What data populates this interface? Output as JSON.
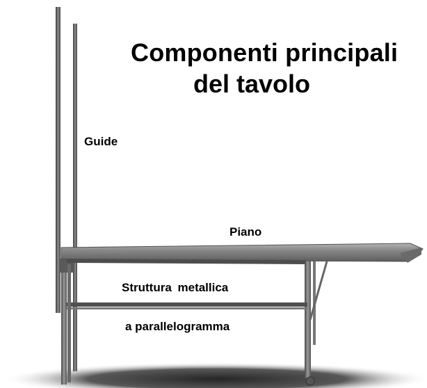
{
  "title": {
    "line1": "Componenti principali",
    "line2": "del tavolo"
  },
  "labels": {
    "guide": "Guide",
    "piano": "Piano",
    "struttura_line1": "Struttura  metallica",
    "struttura_line2": "a parallelogramma"
  },
  "colors": {
    "background": "#ffffff",
    "metal": "#6f6f6f",
    "metal_dark": "#3d3d3d",
    "tabletop": "#8a8a8a",
    "shadow": "#2a2a2a"
  }
}
